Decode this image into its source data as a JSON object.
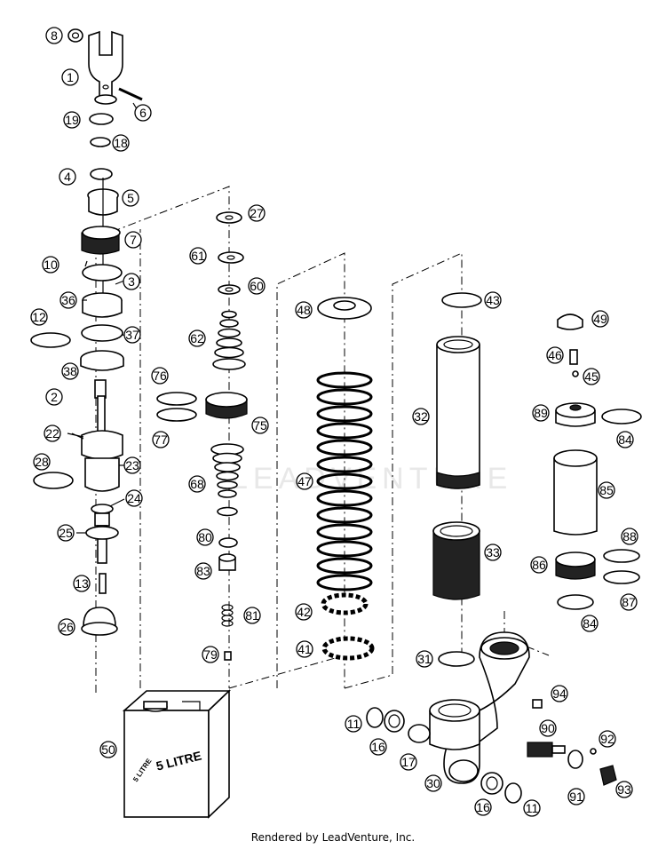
{
  "watermark": "LEADVENTURE",
  "can_label_front": "5 LITRE",
  "can_label_side": "5 LITRE",
  "footer": "Rendered by LeadVenture, Inc.",
  "callouts": [
    "8",
    "1",
    "6",
    "19",
    "18",
    "4",
    "5",
    "7",
    "10",
    "3",
    "36",
    "12",
    "37",
    "38",
    "2",
    "22",
    "28",
    "23",
    "24",
    "25",
    "13",
    "26",
    "27",
    "61",
    "60",
    "62",
    "76",
    "77",
    "75",
    "68",
    "80",
    "83",
    "81",
    "79",
    "48",
    "47",
    "42",
    "41",
    "43",
    "32",
    "33",
    "31",
    "49",
    "46",
    "45",
    "89",
    "84",
    "85",
    "88",
    "86",
    "87",
    "84",
    "94",
    "11",
    "16",
    "17",
    "90",
    "92",
    "30",
    "91",
    "16",
    "11",
    "93",
    "50"
  ]
}
